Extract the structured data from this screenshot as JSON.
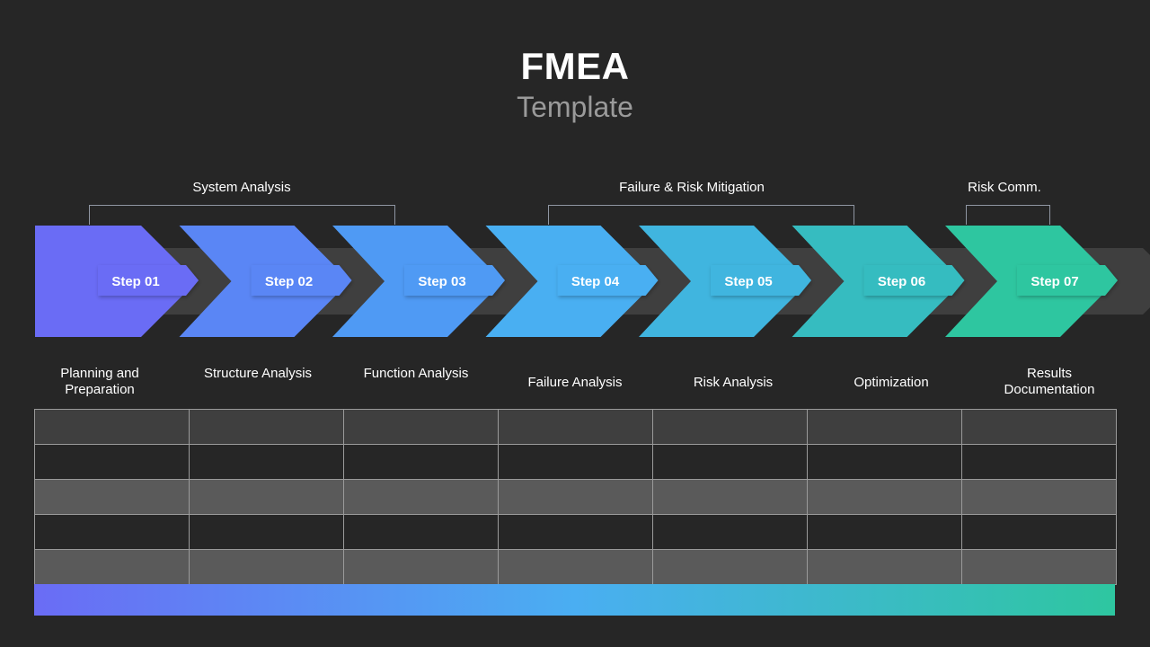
{
  "title": "FMEA",
  "subtitle": "Template",
  "groups": [
    {
      "label": "System Analysis"
    },
    {
      "label": "Failure & Risk Mitigation"
    },
    {
      "label": "Risk Comm."
    }
  ],
  "steps": [
    {
      "badge": "Step 01",
      "label": "Planning and Preparation",
      "color": "#6a6cf5"
    },
    {
      "badge": "Step 02",
      "label": "Structure Analysis",
      "color": "#5a86f5"
    },
    {
      "badge": "Step 03",
      "label": "Function Analysis",
      "color": "#4f9af4"
    },
    {
      "badge": "Step 04",
      "label": "Failure Analysis",
      "color": "#49aff2"
    },
    {
      "badge": "Step 05",
      "label": "Risk Analysis",
      "color": "#40b5df"
    },
    {
      "badge": "Step 06",
      "label": "Optimization",
      "color": "#36bcc0"
    },
    {
      "badge": "Step 07",
      "label": "Results Documentation",
      "color": "#2ec6a0"
    }
  ],
  "table": {
    "columns": 7,
    "rows": [
      "shade-a",
      "dark",
      "shade-b",
      "dark",
      "shade-b"
    ]
  },
  "colors": {
    "background": "#262626",
    "shadow_chevron": "#3f3f3f",
    "gradient_start": "#6a6cf5",
    "gradient_mid": "#4aaef2",
    "gradient_end": "#2ec6a0"
  }
}
